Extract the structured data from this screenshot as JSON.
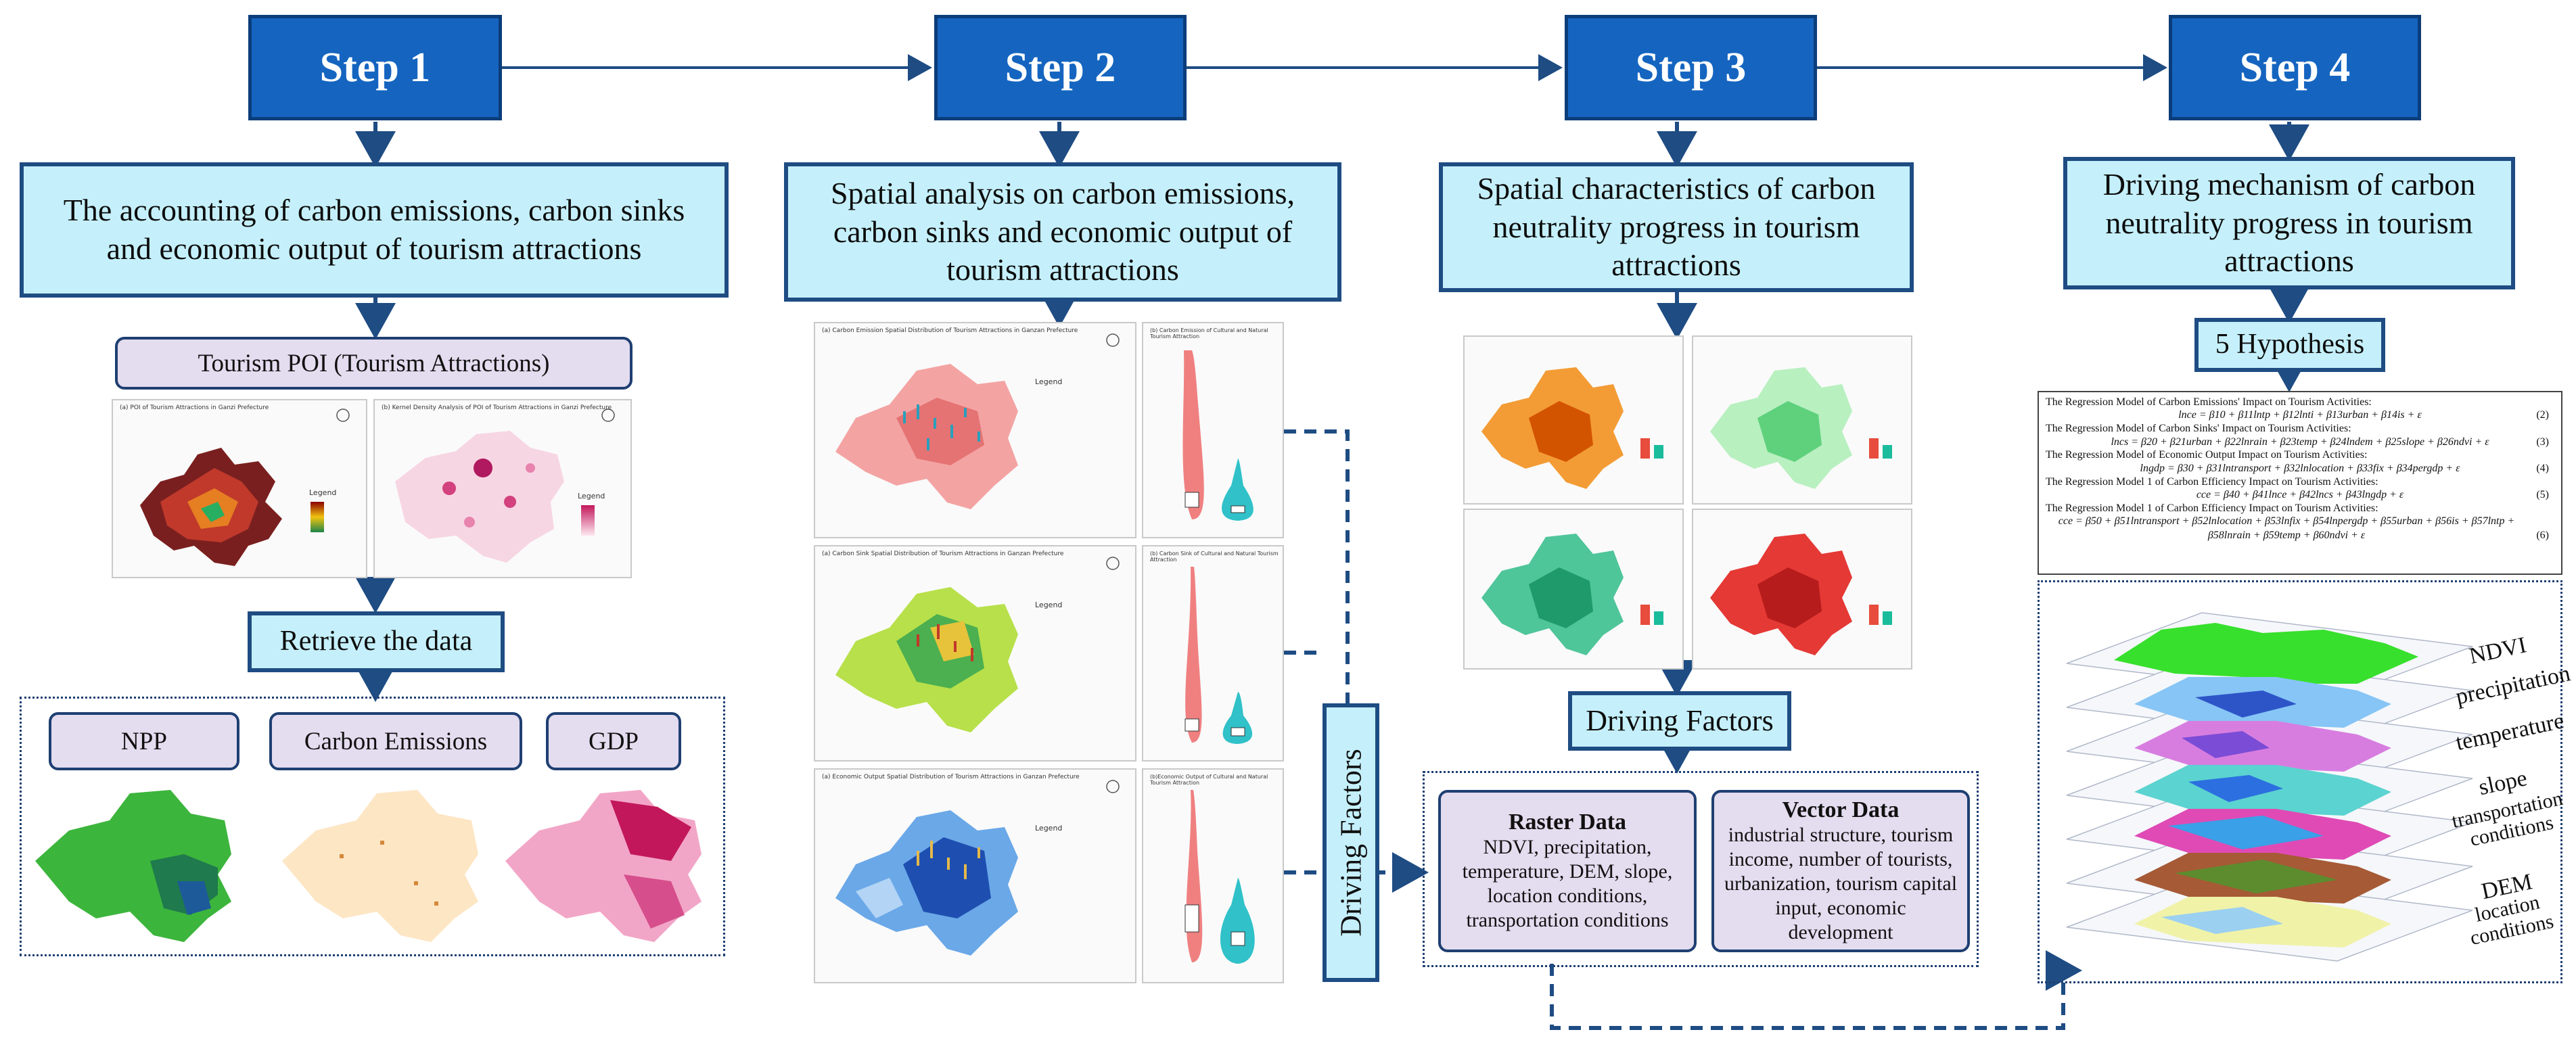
{
  "steps": [
    "Step 1",
    "Step 2",
    "Step 3",
    "Step 4"
  ],
  "stage_boxes": {
    "s1": "The accounting of carbon emissions, carbon sinks and economic output of tourism attractions",
    "s2": "Spatial analysis on carbon emissions, carbon sinks and economic output of tourism attractions",
    "s3": "Spatial characteristics of carbon neutrality progress in tourism attractions",
    "s4": "Driving mechanism of carbon neutrality progress in tourism attractions"
  },
  "tourism_poi": "Tourism POI (Tourism Attractions)",
  "retrieve": "Retrieve the data",
  "data_sources": [
    "NPP",
    "Carbon Emissions",
    "GDP"
  ],
  "hypothesis": "5 Hypothesis",
  "driving_factors": "Driving Factors",
  "driving_factors_vertical": "Driving Factors",
  "raster": {
    "title": "Raster Data",
    "body": "NDVI, precipitation, temperature, DEM, slope, location conditions, transportation conditions"
  },
  "vector": {
    "title": "Vector Data",
    "body": "industrial structure, tourism income, number of tourists, urbanization, tourism capital input, economic development"
  },
  "panels": {
    "poi_a": "(a) POI of Tourism Attractions in Ganzi Prefecture",
    "poi_b": "(b) Kernel Density Analysis of POI of Tourism Attractions in Ganzi Prefecture",
    "map1": "(a) Carbon Emission Spatial Distribution of Tourism Attractions in Ganzan Prefecture",
    "map2": "(a) Carbon Sink Spatial Distribution of Tourism Attractions in Ganzan Prefecture",
    "map3": "(a) Economic Output Spatial Distribution of Tourism Attractions in Ganzan Prefecture",
    "violin1": "(b) Carbon Emission of Cultural and Natural Tourism Attraction",
    "violin2": "(b) Carbon Sink of Cultural and Natural Tourism Attraction",
    "violin3": "(b)Economic Output of Cultural and Natural Tourism Attraction",
    "legend": "Legend"
  },
  "regression": [
    {
      "title": "The Regression Model of Carbon Emissions' Impact on Tourism Activities:",
      "eq": "lnce = β10 + β11lntp + β12lnti + β13urban + β14is + ε",
      "num": "(2)"
    },
    {
      "title": "The Regression Model of Carbon Sinks' Impact on Tourism Activities:",
      "eq": "lncs = β20 + β21urban + β22lnrain + β23temp + β24lndem + β25slope + β26ndvi + ε",
      "num": "(3)"
    },
    {
      "title": "The Regression Model of Economic Output Impact on Tourism Activities:",
      "eq": "lngdp = β30 + β31lntransport + β32lnlocation + β33fix + β34pergdp + ε",
      "num": "(4)"
    },
    {
      "title": "The Regression Model 1 of Carbon Efficiency Impact on Tourism Activities:",
      "eq": "cce = β40 + β41lnce + β42lncs + β43lngdp + ε",
      "num": "(5)"
    },
    {
      "title": "The Regression Model 1 of Carbon Efficiency Impact on Tourism Activities:",
      "eq": "cce = β50 + β51lntransport + β52lnlocation + β53lnfix + β54lnpergdp + β55urban + β56is + β57lntp + β58lnrain + β59temp + β60ndvi + ε",
      "num": "(6)"
    }
  ],
  "layers": [
    "NDVI",
    "precipitation",
    "temperature",
    "slope",
    "transportation conditions",
    "DEM",
    "location conditions"
  ],
  "colors": {
    "step_fill": "#1565c0",
    "cyan_fill": "#c5f0fb",
    "lavender_fill": "#e4dcef",
    "border": "#1e4c83"
  }
}
